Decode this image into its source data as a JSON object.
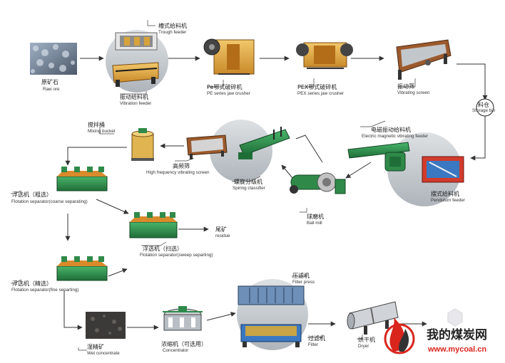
{
  "nodes": {
    "raw_ore": {
      "zh": "原矿石",
      "en": "Raw ore"
    },
    "trough_feeder": {
      "zh": "槽式给料机",
      "en": "Trough feeder"
    },
    "vibration_feeder": {
      "zh": "振动给料机",
      "en": "Vibration feeder"
    },
    "pe_crusher": {
      "zh": "Pe鄂式破碎机",
      "en": "PE series jaw crusher"
    },
    "pex_crusher": {
      "zh": "PEX鄂式破碎机",
      "en": "PEX series jaw crusher"
    },
    "vibrating_screen": {
      "zh": "振动筛",
      "en": "Vibrating screen"
    },
    "storage_bin": {
      "zh": "料仓",
      "en": "Storage bin"
    },
    "em_feeder": {
      "zh": "电磁振动给料机",
      "en": "Electric magnetic vibrating feeder"
    },
    "pendulum_feeder": {
      "zh": "摆式给料机",
      "en": "Pendulum feeder"
    },
    "ball_mill": {
      "zh": "球磨机",
      "en": "Ball mill"
    },
    "spiral_classifier": {
      "zh": "螺旋分级机",
      "en": "Spiring classifier"
    },
    "hf_screen": {
      "zh": "高频筛",
      "en": "High frequency vibrating screen"
    },
    "mixing_bucket": {
      "zh": "搅拌桶",
      "en": "Mixing bucket"
    },
    "flot_coarse": {
      "zh": "浮选机（粗选）",
      "en": "Flotation separator(coarse separating)"
    },
    "flot_sweep": {
      "zh": "浮选机（扫选）",
      "en": "Flotation separator(sweep separting)"
    },
    "residue": {
      "zh": "尾矿",
      "en": "residue"
    },
    "flot_fine": {
      "zh": "浮选机（精选）",
      "en": "Flotation separator(fine separting)"
    },
    "wet_concentrate": {
      "zh": "湿精矿",
      "en": "Wet concentrate"
    },
    "concentrator": {
      "zh": "浓缩机（可选用）",
      "en": "Concentrator"
    },
    "filter_press": {
      "zh": "压滤机",
      "en": "Filter press"
    },
    "filter": {
      "zh": "过滤机",
      "en": "Filter"
    },
    "dryer": {
      "zh": "烘干机",
      "en": "Dryer"
    }
  },
  "watermark": {
    "name": "我的煤炭网",
    "url": "www.mycoal.cn"
  },
  "colors": {
    "machine_green": "#2f8a4a",
    "machine_orange": "#d98a2b",
    "circle_gray": "#c8ccd0",
    "arrow": "#333333",
    "brand_red": "#d9251c"
  }
}
